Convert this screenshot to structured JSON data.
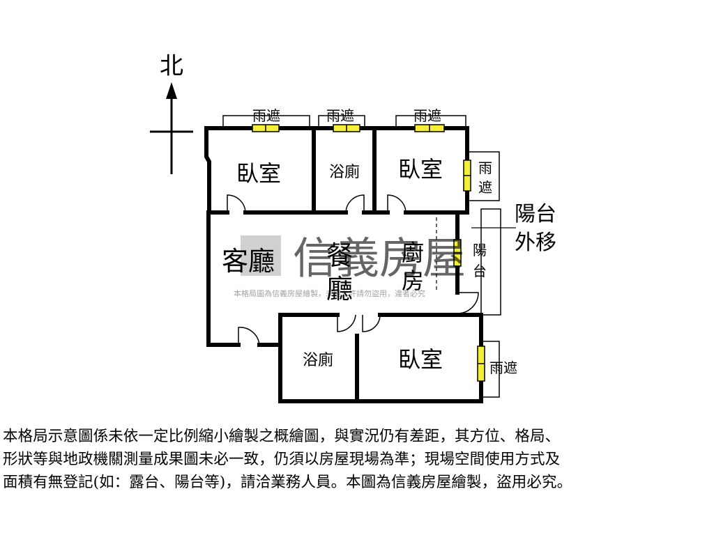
{
  "compass": {
    "north": "北"
  },
  "rooms": {
    "bedroom_nw": "臥室",
    "bath_n": "浴廁",
    "bedroom_ne": "臥室",
    "living": "客廳",
    "dining_1": "餐",
    "dining_2": "廳",
    "kitchen_1": "廚",
    "kitchen_2": "房",
    "balcony_1": "陽",
    "balcony_2": "台",
    "bath_s": "浴廁",
    "bedroom_s": "臥室"
  },
  "canopies": {
    "north_1": "雨遮",
    "north_2": "雨遮",
    "north_3": "雨遮",
    "east_1": "雨",
    "east_2": "遮",
    "south_east": "雨遮"
  },
  "annotation": {
    "line1": "陽台",
    "line2": "外移"
  },
  "watermark": {
    "logo_text": "信義房屋",
    "notice": "本格局圖為信義房屋繪製，未經允許請勿盜用，違者必究"
  },
  "disclaimer": [
    "本格局示意圖係未依一定比例縮小繪製之概繪圖，與實況仍有差距，其方位、格局、",
    "形狀等與地政機關測量成果圖未必一致，仍須以房屋現場為準；現場空間使用方式及",
    "面積有無登記(如：露台、陽台等)，請洽業務人員。本圖為信義房屋繪製，盜用必究。"
  ],
  "colors": {
    "wall": "#000000",
    "window_fill": "#f5ef3a",
    "watermark": "#b0b0b0"
  }
}
